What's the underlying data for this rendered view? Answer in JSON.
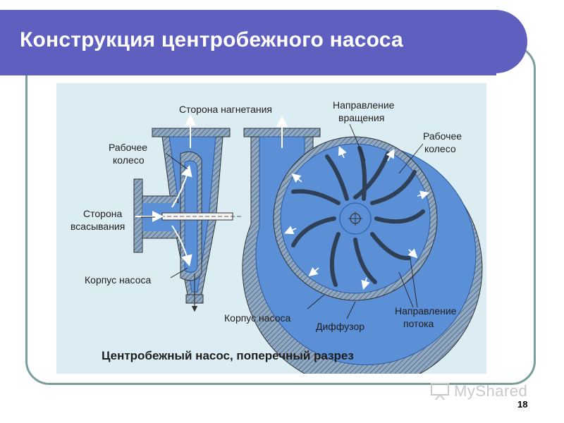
{
  "slide": {
    "title": "Конструкция центробежного насоса",
    "page_number": "18"
  },
  "diagram": {
    "labels": {
      "discharge_side": "Сторона нагнетания",
      "impeller_left_1": "Рабочее",
      "impeller_left_2": "колесо",
      "suction_side_1": "Сторона",
      "suction_side_2": "всасывания",
      "casing_left": "Корпус насоса",
      "rotation_dir_1": "Направление",
      "rotation_dir_2": "вращения",
      "impeller_right_1": "Рабочее",
      "impeller_right_2": "колесо",
      "casing_right": "Корпус насоса",
      "diffuser": "Диффузор",
      "flow_dir_1": "Направление",
      "flow_dir_2": "потока"
    },
    "caption": "Центробежный насос, поперечный разрез"
  },
  "watermark": {
    "text": "MyShared"
  },
  "colors": {
    "title_bar": "#5f5fbf",
    "frame_border": "#7a9e9a",
    "panel_bg": "#dcecf3",
    "pump_body": "#5b8fd6",
    "pump_dark": "#2c5aa0"
  }
}
